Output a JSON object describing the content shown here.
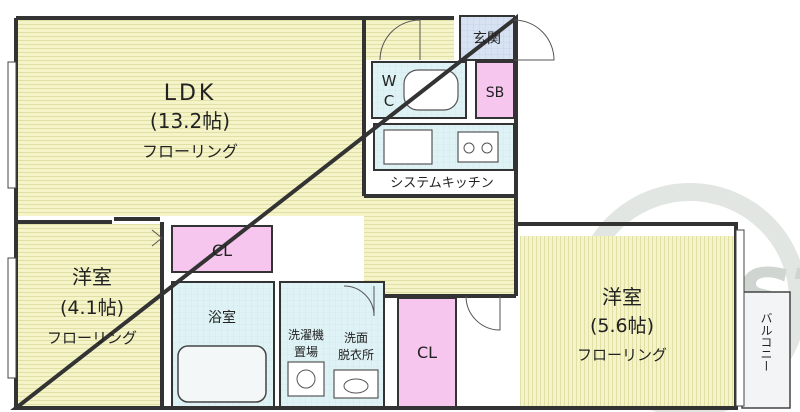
{
  "rooms": {
    "ldk": {
      "name": "LDK",
      "size": "(13.2帖)",
      "floor": "フローリング"
    },
    "western1": {
      "name": "洋室",
      "size": "(4.1帖)",
      "floor": "フローリング"
    },
    "western2": {
      "name": "洋室",
      "size": "(5.6帖)",
      "floor": "フローリング"
    },
    "closet1": "CL",
    "closet2": "CL",
    "wc_line1": "W",
    "wc_line2": "C",
    "sb": "SB",
    "entrance": "玄関",
    "bath": "浴室",
    "laundry_line1": "洗濯機",
    "laundry_line2": "置場",
    "washroom_line1": "洗面",
    "washroom_line2": "脱衣所",
    "kitchen": "システムキッチン",
    "balcony": "バルコニー"
  },
  "watermark": {
    "text": "ASSIST",
    "color": "#9aa8a0"
  },
  "colors": {
    "floor": "#f3f3c4",
    "floor_line": "#dedea0",
    "closet": "#f7c6ef",
    "water": "#dff3f6",
    "entrance": "#d7e2f3",
    "wall": "#333333"
  }
}
